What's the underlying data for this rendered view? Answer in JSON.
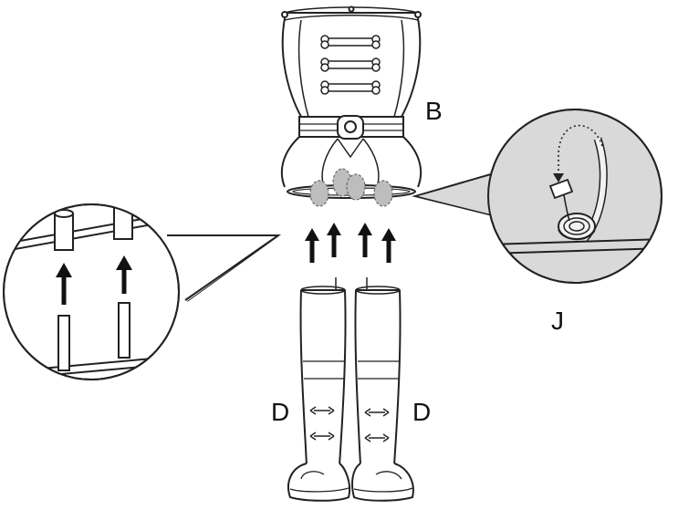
{
  "labels": {
    "torso": "B",
    "leg_left": "D",
    "leg_right": "D",
    "tie_detail": "J"
  },
  "colors": {
    "stroke": "#222222",
    "callout_fill": "#d9d9d9",
    "shaded_tube": "#bdbdbd"
  }
}
